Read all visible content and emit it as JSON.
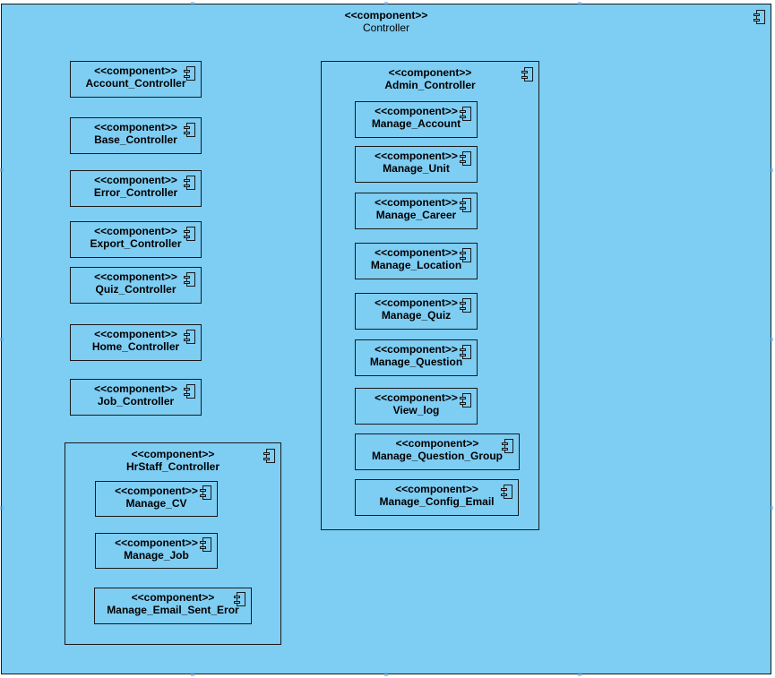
{
  "stereotype": "<<component>>",
  "controller": {
    "name": "Controller"
  },
  "standalone": [
    "Account_Controller",
    "Base_Controller",
    "Error_Controller",
    "Export_Controller",
    "Quiz_Controller",
    "Home_Controller",
    "Job_Controller"
  ],
  "hrstaff": {
    "name": "HrStaff_Controller",
    "children": [
      "Manage_CV",
      "Manage_Job",
      "Manage_Email_Sent_Eror"
    ]
  },
  "admin": {
    "name": "Admin_Controller",
    "children": [
      "Manage_Account",
      "Manage_Unit",
      "Manage_Career",
      "Manage_Location",
      "Manage_Quiz",
      "Manage_Question",
      "View_log",
      "Manage_Question_Group",
      "Manage_Config_Email"
    ]
  },
  "colors": {
    "fill": "#7ecdf3",
    "border": "#1a1a1a"
  },
  "icon": "uml-component-icon"
}
